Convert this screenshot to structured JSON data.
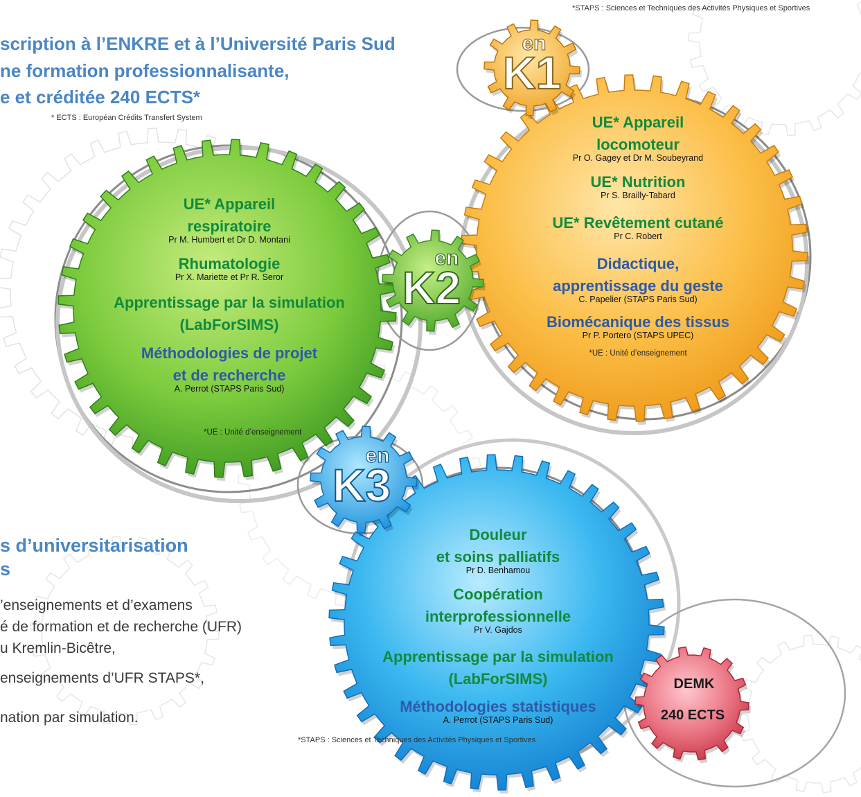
{
  "top_footnote": "*STAPS : Sciences et Techniques des Activités Physiques et Sportives",
  "headline": {
    "line1": "scription à l’ENKRE et à l’Université Paris Sud",
    "line2": "ne formation professionnalisante,",
    "line3": "e et créditée 240 ECTS*",
    "footnote": "* ECTS : Européan Crédits Transfert System"
  },
  "lower_section": {
    "heading1": "s d’universitarisation",
    "heading2": "s",
    "line1": "’enseignements et d’examens",
    "line2": "é de formation et de recherche (UFR)",
    "line3": "u Kremlin-Bicêtre,",
    "line4": "enseignements d’UFR STAPS*,",
    "line5": "nation par simulation.",
    "footnote": "*STAPS : Sciences et Techniques des Activités Physiques et Sportives"
  },
  "gears": {
    "k1": {
      "en": "en",
      "label": "K1"
    },
    "k2": {
      "en": "en",
      "label": "K2"
    },
    "k3": {
      "en": "en",
      "label": "K3"
    },
    "demk": {
      "line1": "DEMK",
      "line2": "240 ECTS"
    }
  },
  "orange_gear": {
    "ue1_line1": "UE* Appareil",
    "ue1_line2": "locomoteur",
    "ue1_prof": "Pr O. Gagey et Dr M. Soubeyrand",
    "ue2": "UE* Nutrition",
    "ue2_prof": "Pr S. Brailly-Tabard",
    "ue3": "UE* Revêtement cutané",
    "ue3_prof": "Pr C. Robert",
    "ue4_line1": "Didactique,",
    "ue4_line2": "apprentissage du geste",
    "ue4_prof": "C. Papelier (STAPS Paris Sud)",
    "ue5": "Biomécanique des tissus",
    "ue5_prof": "Pr P. Portero (STAPS UPEC)",
    "note": "*UE : Unité d’enseignement"
  },
  "green_gear": {
    "ue1_line1": "UE* Appareil",
    "ue1_line2": "respiratoire",
    "ue1_prof": "Pr M. Humbert et Dr D. Montani",
    "ue2": "Rhumatologie",
    "ue2_prof": "Pr X. Mariette et Pr R. Seror",
    "ue3_line1": "Apprentissage par la simulation",
    "ue3_line2": "(LabForSIMS)",
    "ue4_line1": "Méthodologies de projet",
    "ue4_line2": "et de recherche",
    "ue4_prof": "A. Perrot (STAPS Paris Sud)",
    "note": "*UE : Unité d’enseignement"
  },
  "blue_gear": {
    "ue1_line1": "Douleur",
    "ue1_line2": "et soins palliatifs",
    "ue1_prof": "Pr D. Benhamou",
    "ue2_line1": "Coopération",
    "ue2_line2": "interprofessionnelle",
    "ue2_prof": "Pr V. Gajdos",
    "ue3_line1": "Apprentissage par la simulation",
    "ue3_line2": "(LabForSIMS)",
    "ue4": "Méthodologies statistiques",
    "ue4_prof": "A. Perrot (STAPS Paris Sud)"
  },
  "colors": {
    "headline_blue": "#4a86c5",
    "green_text": "#128a3c",
    "blue_text": "#2e5aa8",
    "gear_green": "#6cc43a",
    "gear_orange": "#f6b335",
    "gear_blue": "#2fa8e6",
    "gear_pink": "#e4606e"
  }
}
